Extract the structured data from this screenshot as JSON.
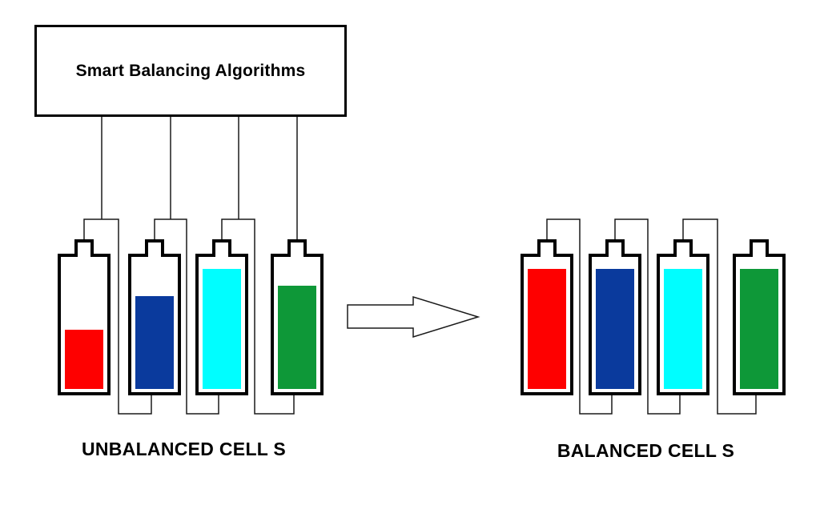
{
  "controller": {
    "label": "Smart Balancing Algorithms"
  },
  "left_group": {
    "label": "UNBALANCED CELL S",
    "cells": [
      {
        "id": "cell-1",
        "color_name": "red",
        "color": "#fe0000",
        "fill_percent": 46
      },
      {
        "id": "cell-2",
        "color_name": "dark-blue",
        "color": "#0a3a9d",
        "fill_percent": 72
      },
      {
        "id": "cell-3",
        "color_name": "cyan",
        "color": "#00feff",
        "fill_percent": 93
      },
      {
        "id": "cell-4",
        "color_name": "green",
        "color": "#0e9838",
        "fill_percent": 80
      }
    ]
  },
  "right_group": {
    "label": "BALANCED CELL S",
    "cells": [
      {
        "id": "cell-1",
        "color_name": "red",
        "color": "#fe0000",
        "fill_percent": 93
      },
      {
        "id": "cell-2",
        "color_name": "dark-blue",
        "color": "#0a3a9d",
        "fill_percent": 93
      },
      {
        "id": "cell-3",
        "color_name": "cyan",
        "color": "#00feff",
        "fill_percent": 93
      },
      {
        "id": "cell-4",
        "color_name": "green",
        "color": "#0e9838",
        "fill_percent": 93
      }
    ]
  },
  "arrow": {
    "icon": "right-block-arrow"
  },
  "palette": {
    "outline": "#000000",
    "wire": "#1a1a1a",
    "background": "#ffffff"
  }
}
